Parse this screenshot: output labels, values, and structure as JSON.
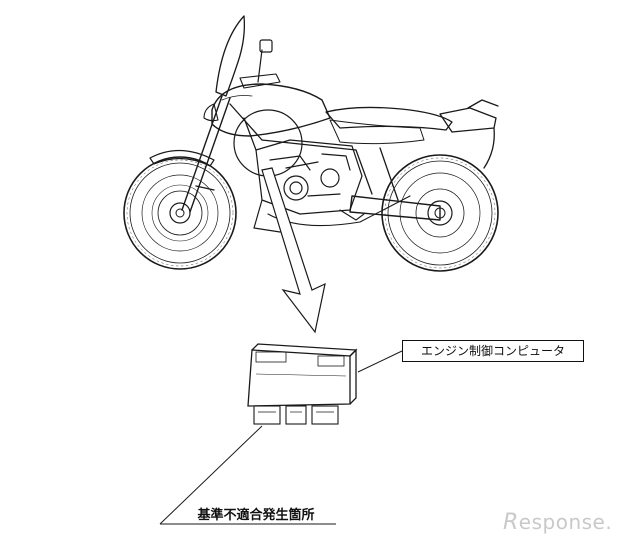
{
  "labels": {
    "component": "エンジン制御コンピュータ",
    "defect_location": "基準不適合発生箇所"
  },
  "watermark": {
    "first": "R",
    "rest": "esponse."
  }
}
